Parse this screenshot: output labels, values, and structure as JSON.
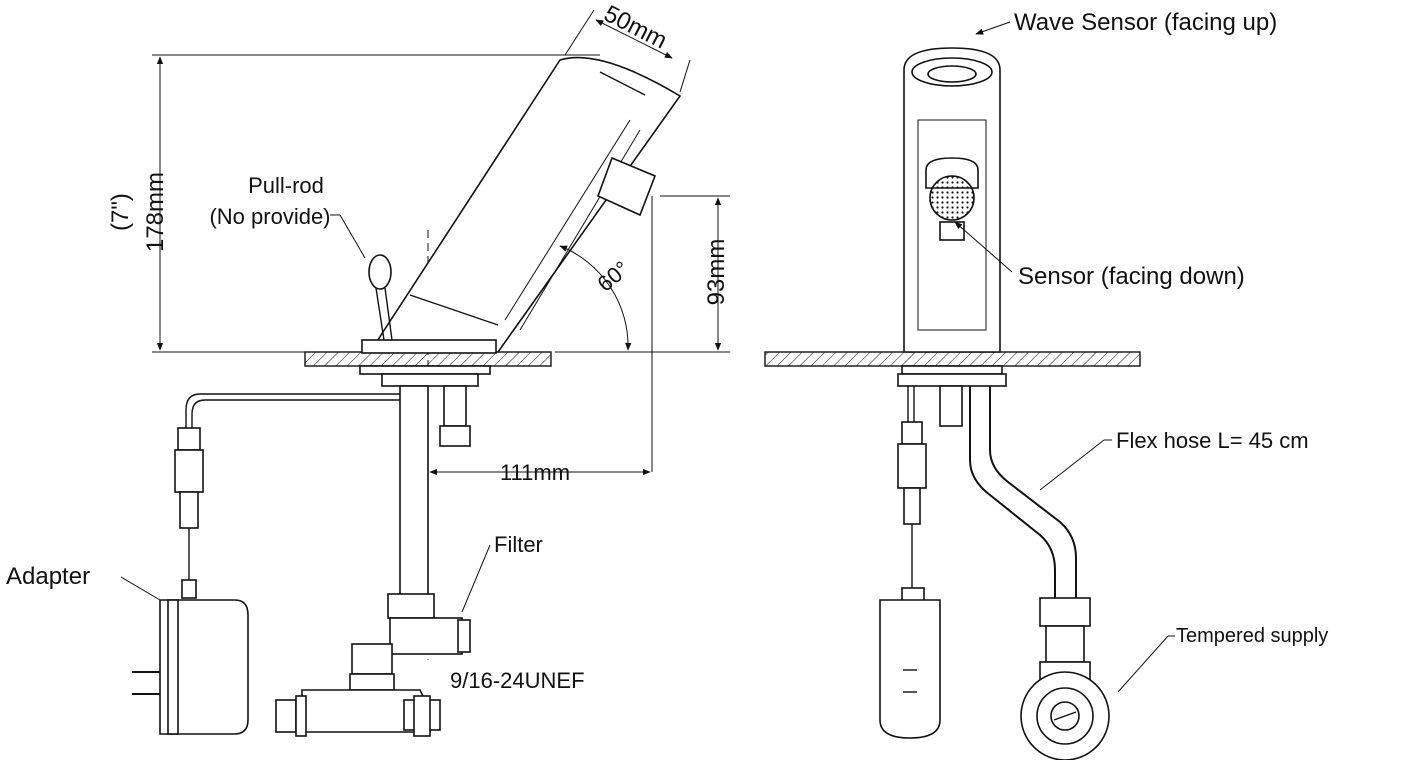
{
  "labels": {
    "width_top": "50mm",
    "height_in": "(7\")",
    "height_mm": "178mm",
    "pull_rod_line1": "Pull-rod",
    "pull_rod_line2": "(No provide)",
    "angle": "60°",
    "spout_height": "93mm",
    "reach": "111mm",
    "filter": "Filter",
    "adapter": "Adapter",
    "thread": "9/16-24UNEF",
    "wave_sensor": "Wave Sensor (facing up)",
    "sensor_down": "Sensor (facing down)",
    "flex_hose": "Flex hose L= 45 cm",
    "tempered": "Tempered supply"
  }
}
